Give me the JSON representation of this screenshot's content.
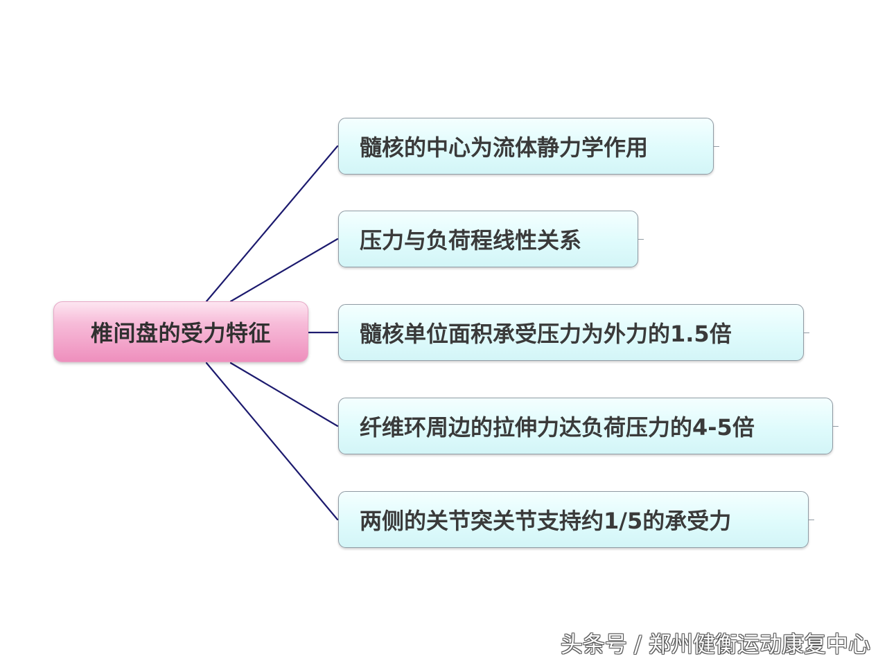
{
  "diagram": {
    "root": {
      "label": "椎间盘的受力特征"
    },
    "branches": [
      {
        "label": "髓核的中心为流体静力学作用"
      },
      {
        "label": "压力与负荷程线性关系"
      },
      {
        "label": "髓核单位面积承受压力为外力的1.5倍"
      },
      {
        "label": "纤维环周边的拉伸力达负荷压力的4-5倍"
      },
      {
        "label": "两侧的关节突关节支持约1/5的承受力"
      }
    ],
    "colors": {
      "root_fill": "#f7bcd9",
      "branch_fill": "#dffbfc",
      "connector": "#1c1a6e",
      "text": "#3a3a3a"
    }
  },
  "watermark": {
    "text": "头条号 / 郑州健衡运动康复中心"
  }
}
